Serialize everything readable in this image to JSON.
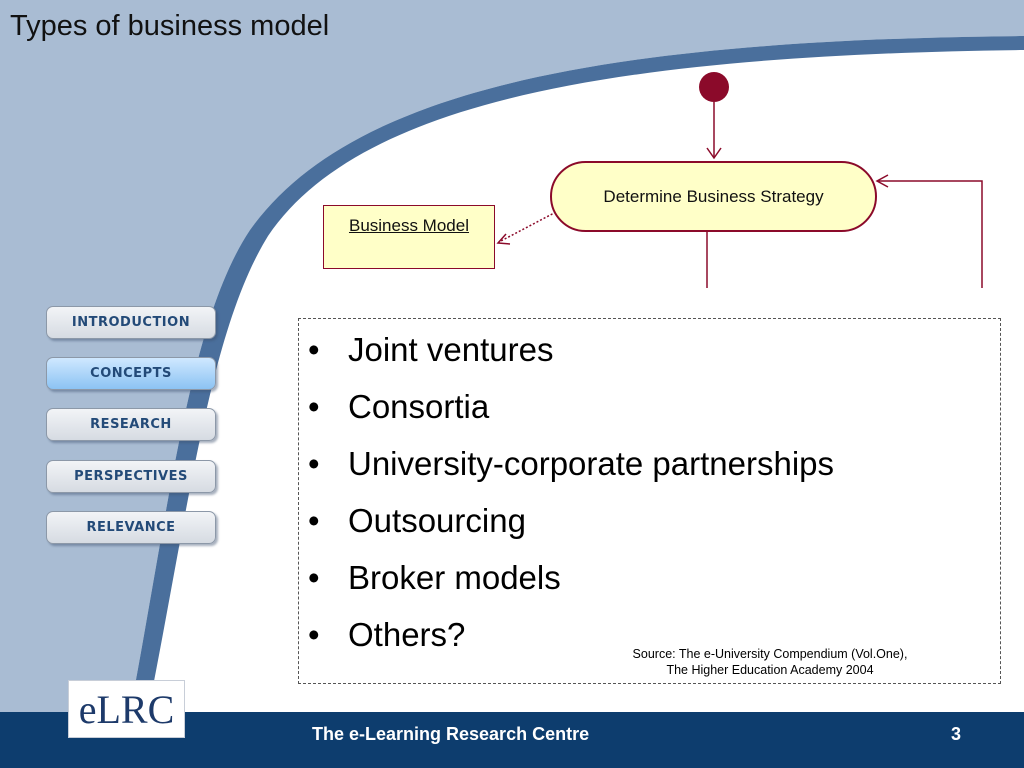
{
  "slide": {
    "title": "Types of business model"
  },
  "nav": {
    "items": [
      {
        "label": "INTRODUCTION",
        "active": false
      },
      {
        "label": "CONCEPTS",
        "active": true
      },
      {
        "label": "RESEARCH",
        "active": false
      },
      {
        "label": "PERSPECTIVES",
        "active": false
      },
      {
        "label": "RELEVANCE",
        "active": false
      }
    ]
  },
  "diagram": {
    "strategy_label": "Determine Business Strategy",
    "business_model_label": "Business Model"
  },
  "content": {
    "bullets": [
      "Joint ventures",
      "Consortia",
      "University-corporate partnerships",
      "Outsourcing",
      "Broker models",
      "Others?"
    ],
    "bullet_char": "•",
    "source_line1": "Source: The e-University Compendium (Vol.One),",
    "source_line2": "The Higher Education Academy 2004"
  },
  "footer": {
    "logo_text": "eLRC",
    "centre_name": "The e-Learning Research Centre",
    "page_number": "3"
  },
  "colors": {
    "accent_red": "#8b0a2a",
    "diagram_fill": "#ffffc8",
    "footer_blue": "#0d3d6e",
    "nav_active": "#8cc3f3"
  }
}
